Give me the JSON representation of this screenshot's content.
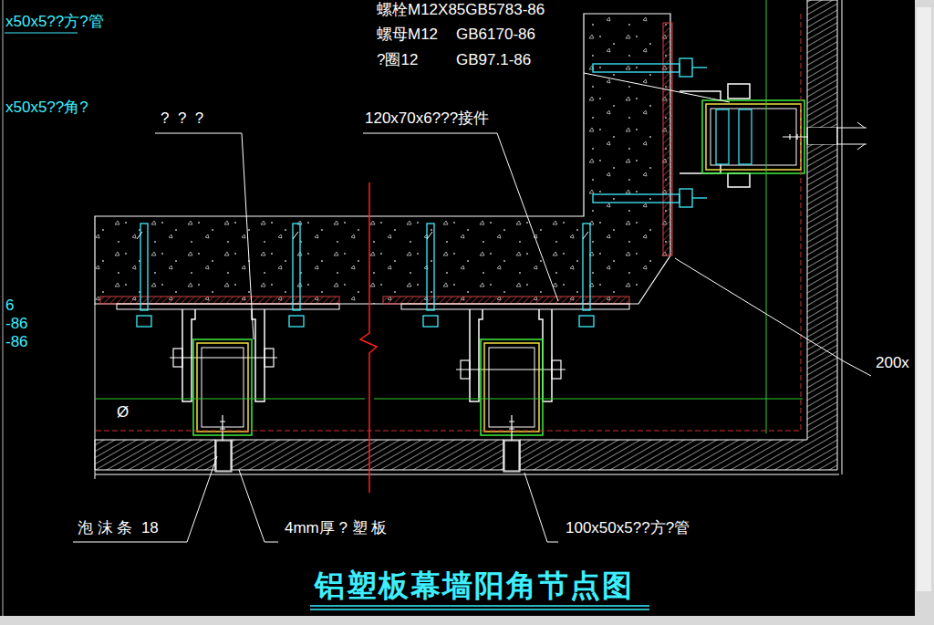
{
  "diagram": {
    "title": "铝塑板幕墙阳角节点图",
    "labels": [
      "螺栓M12X85GB5783-86",
      "螺母M12",
      "GB6170-86",
      "?圈12",
      "GB97.1-86",
      "x50x5??方?管",
      "x50x5??角?",
      "?  ?  ?",
      "120x70x6???接件",
      "6",
      "-86",
      "-86",
      "Ø",
      "200x",
      "泡 沫 条  18",
      "4mm厚 ? 塑 板",
      "100x50x5??方?管"
    ]
  }
}
